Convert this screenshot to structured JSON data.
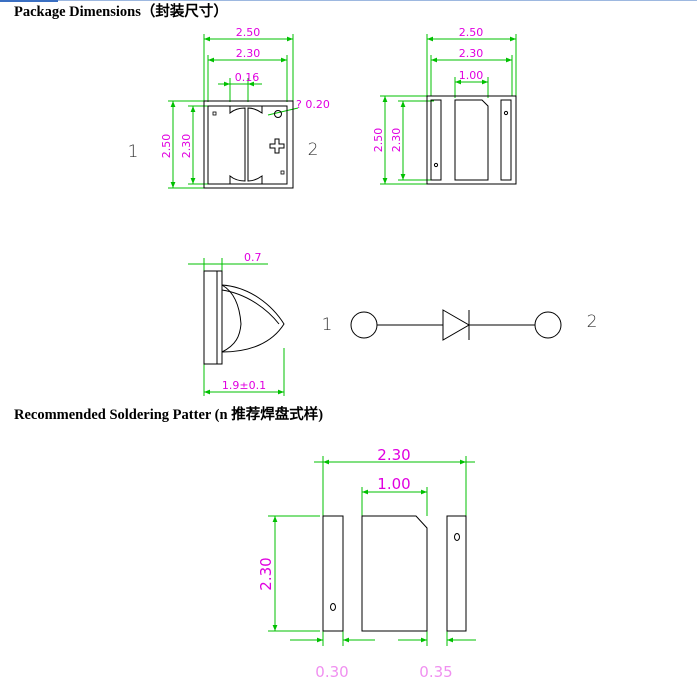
{
  "headings": {
    "package_dimensions": "Package Dimensions（封装尺寸）",
    "soldering_pattern": "Recommended Soldering Patter (n 推荐焊盘式样)"
  },
  "top_view": {
    "pin1": "1",
    "pin2": "2",
    "width_outer": "2.50",
    "width_inner": "2.30",
    "slot": "0.16",
    "hole": "? 0.20",
    "height_outer": "2.50",
    "height_inner": "2.30"
  },
  "bottom_view": {
    "width_outer": "2.50",
    "width_inner": "2.30",
    "pad": "1.00",
    "height_outer": "2.50",
    "height_inner": "2.30"
  },
  "side_view": {
    "lens_height": "0.7",
    "body_width": "1.9±0.1"
  },
  "schematic": {
    "pin1": "1",
    "pin2": "2"
  },
  "solder_pattern": {
    "overall_width": "2.30",
    "center_pad": "1.00",
    "height": "2.30",
    "left_pad": "0.30",
    "gap": "0.35"
  },
  "colors": {
    "dimension_line": "#00c000",
    "dimension_text": "#e000e0",
    "outline": "#000000"
  }
}
